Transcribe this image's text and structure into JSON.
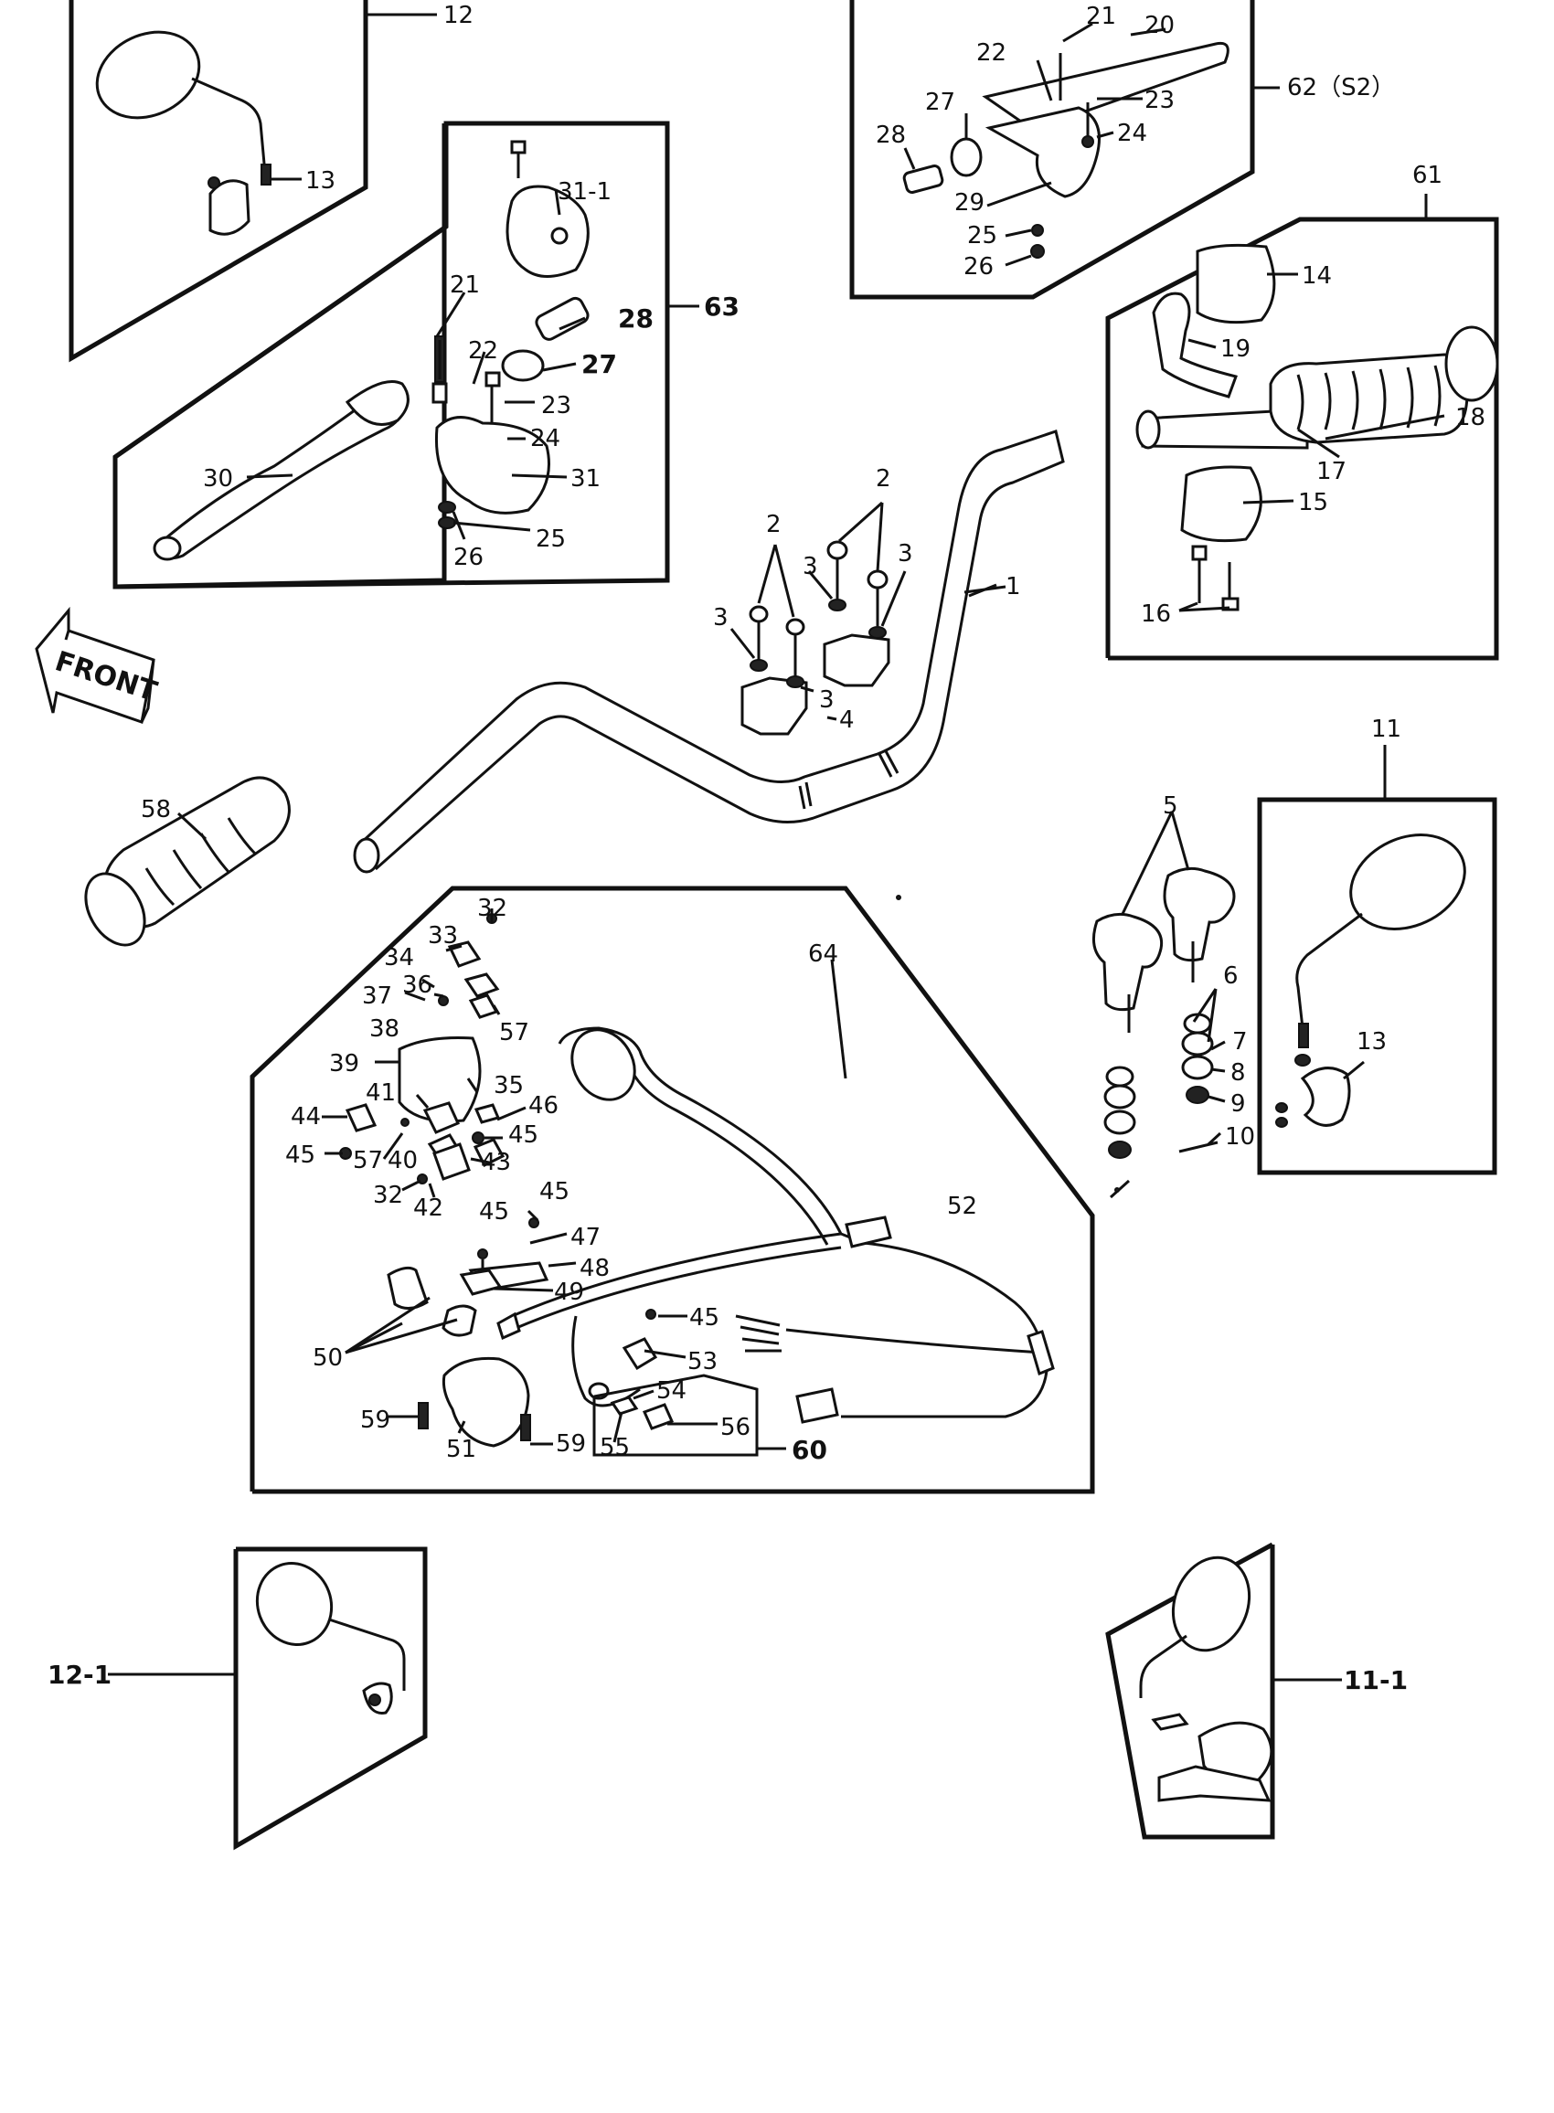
{
  "front_label": "FRONT",
  "callouts": [
    {
      "id": "c12",
      "text": "12"
    },
    {
      "id": "c13a",
      "text": "13"
    },
    {
      "id": "c21a",
      "text": "21"
    },
    {
      "id": "c20",
      "text": "20"
    },
    {
      "id": "c22a",
      "text": "22"
    },
    {
      "id": "c23a",
      "text": "23"
    },
    {
      "id": "c62",
      "text": "62（S2）"
    },
    {
      "id": "c27a",
      "text": "27"
    },
    {
      "id": "c28a",
      "text": "28"
    },
    {
      "id": "c24a",
      "text": "24"
    },
    {
      "id": "c29",
      "text": "29"
    },
    {
      "id": "c25a",
      "text": "25"
    },
    {
      "id": "c26a",
      "text": "26"
    },
    {
      "id": "c61",
      "text": "61"
    },
    {
      "id": "c14",
      "text": "14"
    },
    {
      "id": "c19",
      "text": "19"
    },
    {
      "id": "c18",
      "text": "18"
    },
    {
      "id": "c17",
      "text": "17"
    },
    {
      "id": "c15",
      "text": "15"
    },
    {
      "id": "c16",
      "text": "16"
    },
    {
      "id": "c31_1",
      "text": "31-1"
    },
    {
      "id": "c63",
      "text": "63"
    },
    {
      "id": "c21b",
      "text": "21"
    },
    {
      "id": "c28b",
      "text": "28"
    },
    {
      "id": "c22b",
      "text": "22"
    },
    {
      "id": "c27b",
      "text": "27"
    },
    {
      "id": "c23b",
      "text": "23"
    },
    {
      "id": "c24b",
      "text": "24"
    },
    {
      "id": "c30",
      "text": "30"
    },
    {
      "id": "c31",
      "text": "31"
    },
    {
      "id": "c25b",
      "text": "25"
    },
    {
      "id": "c26b",
      "text": "26"
    },
    {
      "id": "c2a",
      "text": "2"
    },
    {
      "id": "c2b",
      "text": "2"
    },
    {
      "id": "c3a",
      "text": "3"
    },
    {
      "id": "c3b",
      "text": "3"
    },
    {
      "id": "c3c",
      "text": "3"
    },
    {
      "id": "c3d",
      "text": "3"
    },
    {
      "id": "c1",
      "text": "1"
    },
    {
      "id": "c4",
      "text": "4"
    },
    {
      "id": "c58",
      "text": "58"
    },
    {
      "id": "c11",
      "text": "11"
    },
    {
      "id": "c5",
      "text": "5"
    },
    {
      "id": "c6",
      "text": "6"
    },
    {
      "id": "c7",
      "text": "7"
    },
    {
      "id": "c8",
      "text": "8"
    },
    {
      "id": "c9",
      "text": "9"
    },
    {
      "id": "c10",
      "text": "10"
    },
    {
      "id": "c13b",
      "text": "13"
    },
    {
      "id": "c64",
      "text": "64"
    },
    {
      "id": "c32a",
      "text": "32"
    },
    {
      "id": "c33",
      "text": "33"
    },
    {
      "id": "c34",
      "text": "34"
    },
    {
      "id": "c36",
      "text": "36"
    },
    {
      "id": "c37",
      "text": "37"
    },
    {
      "id": "c38",
      "text": "38"
    },
    {
      "id": "c57a",
      "text": "57"
    },
    {
      "id": "c39",
      "text": "39"
    },
    {
      "id": "c35",
      "text": "35"
    },
    {
      "id": "c41",
      "text": "41"
    },
    {
      "id": "c46",
      "text": "46"
    },
    {
      "id": "c44",
      "text": "44"
    },
    {
      "id": "c45a",
      "text": "45"
    },
    {
      "id": "c45b",
      "text": "45"
    },
    {
      "id": "c57b",
      "text": "57"
    },
    {
      "id": "c40",
      "text": "40"
    },
    {
      "id": "c43",
      "text": "43"
    },
    {
      "id": "c32b",
      "text": "32"
    },
    {
      "id": "c42",
      "text": "42"
    },
    {
      "id": "c45c",
      "text": "45"
    },
    {
      "id": "c45d",
      "text": "45"
    },
    {
      "id": "c47",
      "text": "47"
    },
    {
      "id": "c48",
      "text": "48"
    },
    {
      "id": "c52",
      "text": "52"
    },
    {
      "id": "c49",
      "text": "49"
    },
    {
      "id": "c45e",
      "text": "45"
    },
    {
      "id": "c50",
      "text": "50"
    },
    {
      "id": "c53",
      "text": "53"
    },
    {
      "id": "c54",
      "text": "54"
    },
    {
      "id": "c59a",
      "text": "59"
    },
    {
      "id": "c56",
      "text": "56"
    },
    {
      "id": "c51",
      "text": "51"
    },
    {
      "id": "c59b",
      "text": "59"
    },
    {
      "id": "c55",
      "text": "55"
    },
    {
      "id": "c60",
      "text": "60"
    },
    {
      "id": "c12_1",
      "text": "12-1"
    },
    {
      "id": "c11_1",
      "text": "11-1"
    }
  ]
}
